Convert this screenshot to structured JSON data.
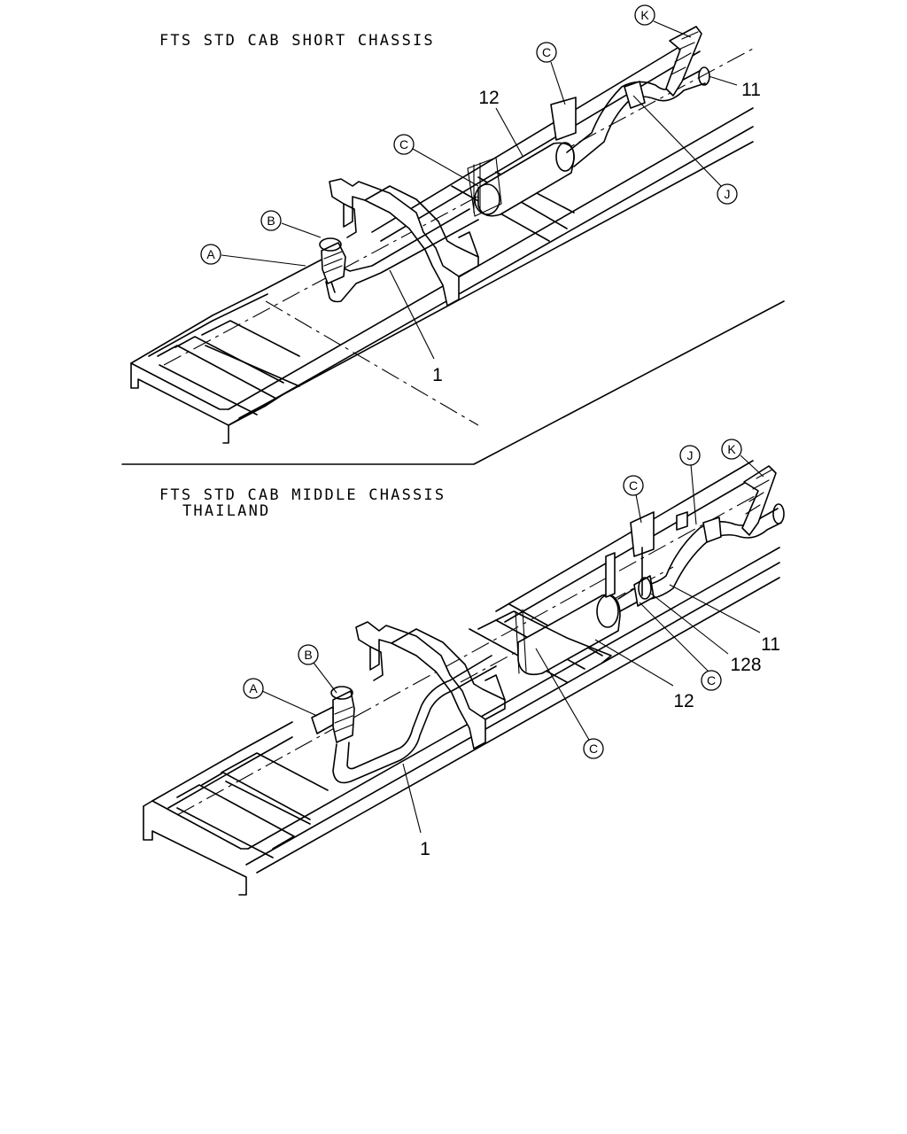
{
  "panels": [
    {
      "title_lines": [
        "FTS STD CAB SHORT CHASSIS"
      ],
      "callouts": [
        "A",
        "B",
        "C",
        "C",
        "J",
        "K"
      ],
      "part_numbers": [
        "1",
        "12",
        "11"
      ]
    },
    {
      "title_lines": [
        "FTS STD CAB MIDDLE CHASSIS",
        "THAILAND"
      ],
      "callouts": [
        "A",
        "B",
        "C",
        "C",
        "C",
        "J",
        "K"
      ],
      "part_numbers": [
        "1",
        "12",
        "11",
        "128"
      ]
    }
  ]
}
